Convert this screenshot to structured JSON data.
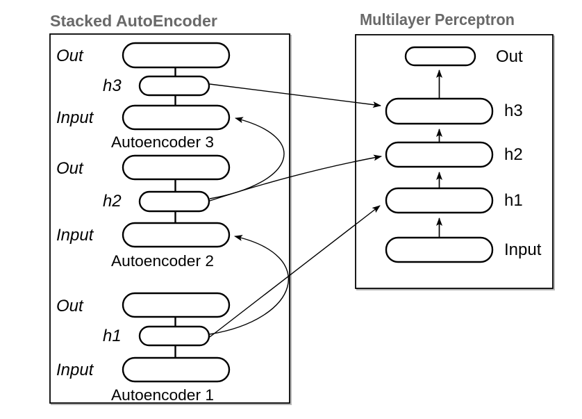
{
  "left_panel": {
    "title": "Stacked AutoEncoder",
    "autoencoders": [
      {
        "name": "Autoencoder 3",
        "out": "Out",
        "hidden": "h3",
        "input": "Input"
      },
      {
        "name": "Autoencoder 2",
        "out": "Out",
        "hidden": "h2",
        "input": "Input"
      },
      {
        "name": "Autoencoder 1",
        "out": "Out",
        "hidden": "h1",
        "input": "Input"
      }
    ]
  },
  "right_panel": {
    "title": "Multilayer Perceptron",
    "layers": [
      {
        "label": "Out"
      },
      {
        "label": "h3"
      },
      {
        "label": "h2"
      },
      {
        "label": "h1"
      },
      {
        "label": "Input"
      }
    ]
  },
  "connections": [
    "sae-h3 -> mlp-h3",
    "sae-h2 -> autoencoder3-input",
    "sae-h2 -> mlp-h2",
    "sae-h1 -> autoencoder2-input",
    "sae-h1 -> mlp-h1",
    "mlp-input -> mlp-h1",
    "mlp-h1 -> mlp-h2",
    "mlp-h2 -> mlp-h3",
    "mlp-h3 -> mlp-out"
  ],
  "colors": {
    "title_gray": "#696969",
    "stroke": "#000000",
    "background": "#ffffff"
  }
}
